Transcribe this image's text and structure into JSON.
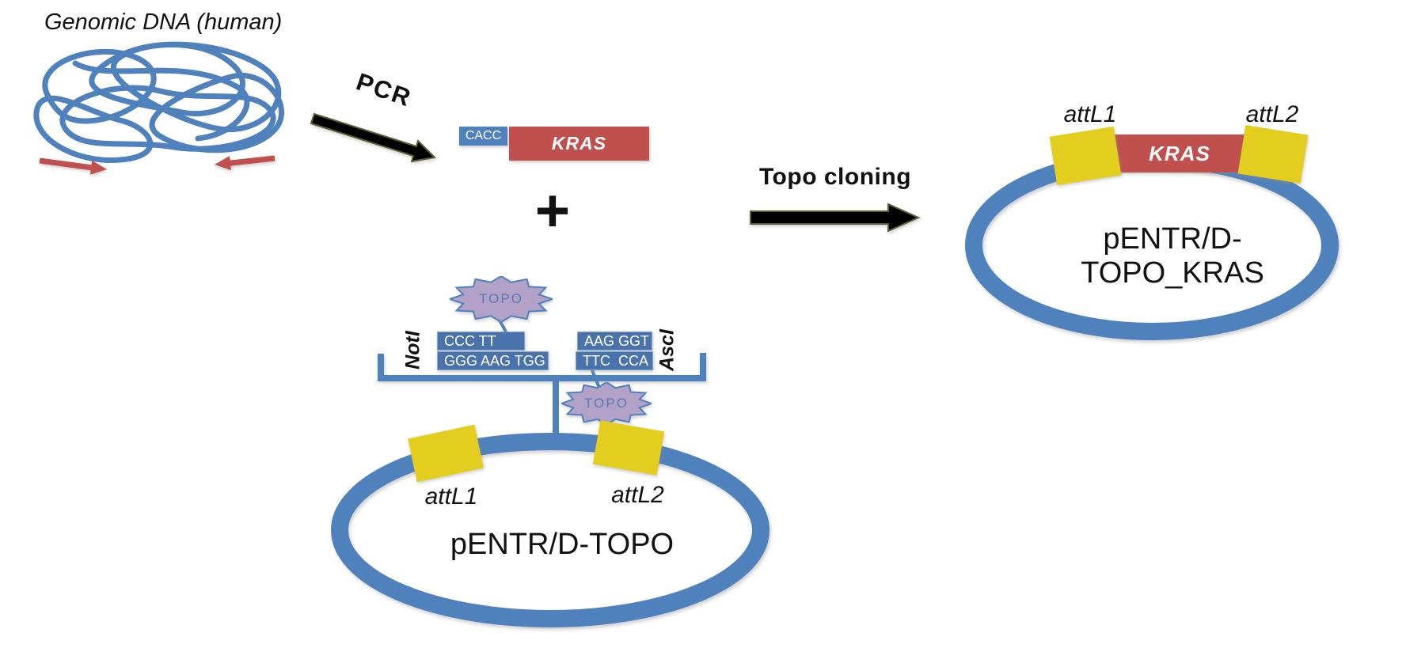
{
  "figure": {
    "description": "TOPO cloning workflow: KRAS PCR product from human genomic DNA is cloned into pENTR/D-TOPO to give pENTR/D-TOPO_KRAS"
  },
  "labels": {
    "genomic_dna": "Genomic DNA (human)",
    "pcr": "PCR",
    "plus": "+",
    "topo_cloning": "Topo cloning"
  },
  "pcr_product": {
    "overhang": "CACC",
    "gene": "KRAS"
  },
  "topo_vector": {
    "enzyme_top": "TOPO",
    "enzyme_bottom": "TOPO",
    "left_site": {
      "enzyme": "NotI",
      "seq_top": "CCC TT",
      "seq_bottom": "GGG AAG TGG"
    },
    "right_site": {
      "enzyme": "AscI",
      "seq_top": "AAG GGT",
      "seq_bottom": "TTC  CCA"
    },
    "plasmid": {
      "name": "pENTR/D-TOPO",
      "site1": "attL1",
      "site2": "attL2"
    }
  },
  "product_plasmid": {
    "name": "pENTR/D-TOPO_KRAS",
    "site1": "attL1",
    "site2": "attL2",
    "insert": "KRAS"
  },
  "colors": {
    "plasmid_blue": "#4f81bd",
    "seq_box_blue": "#4a73ab",
    "gene_red": "#c0504d",
    "att_yellow": "#e3cd1e",
    "topo_purple": "#b2a2c8",
    "arrow_black": "#000000"
  }
}
